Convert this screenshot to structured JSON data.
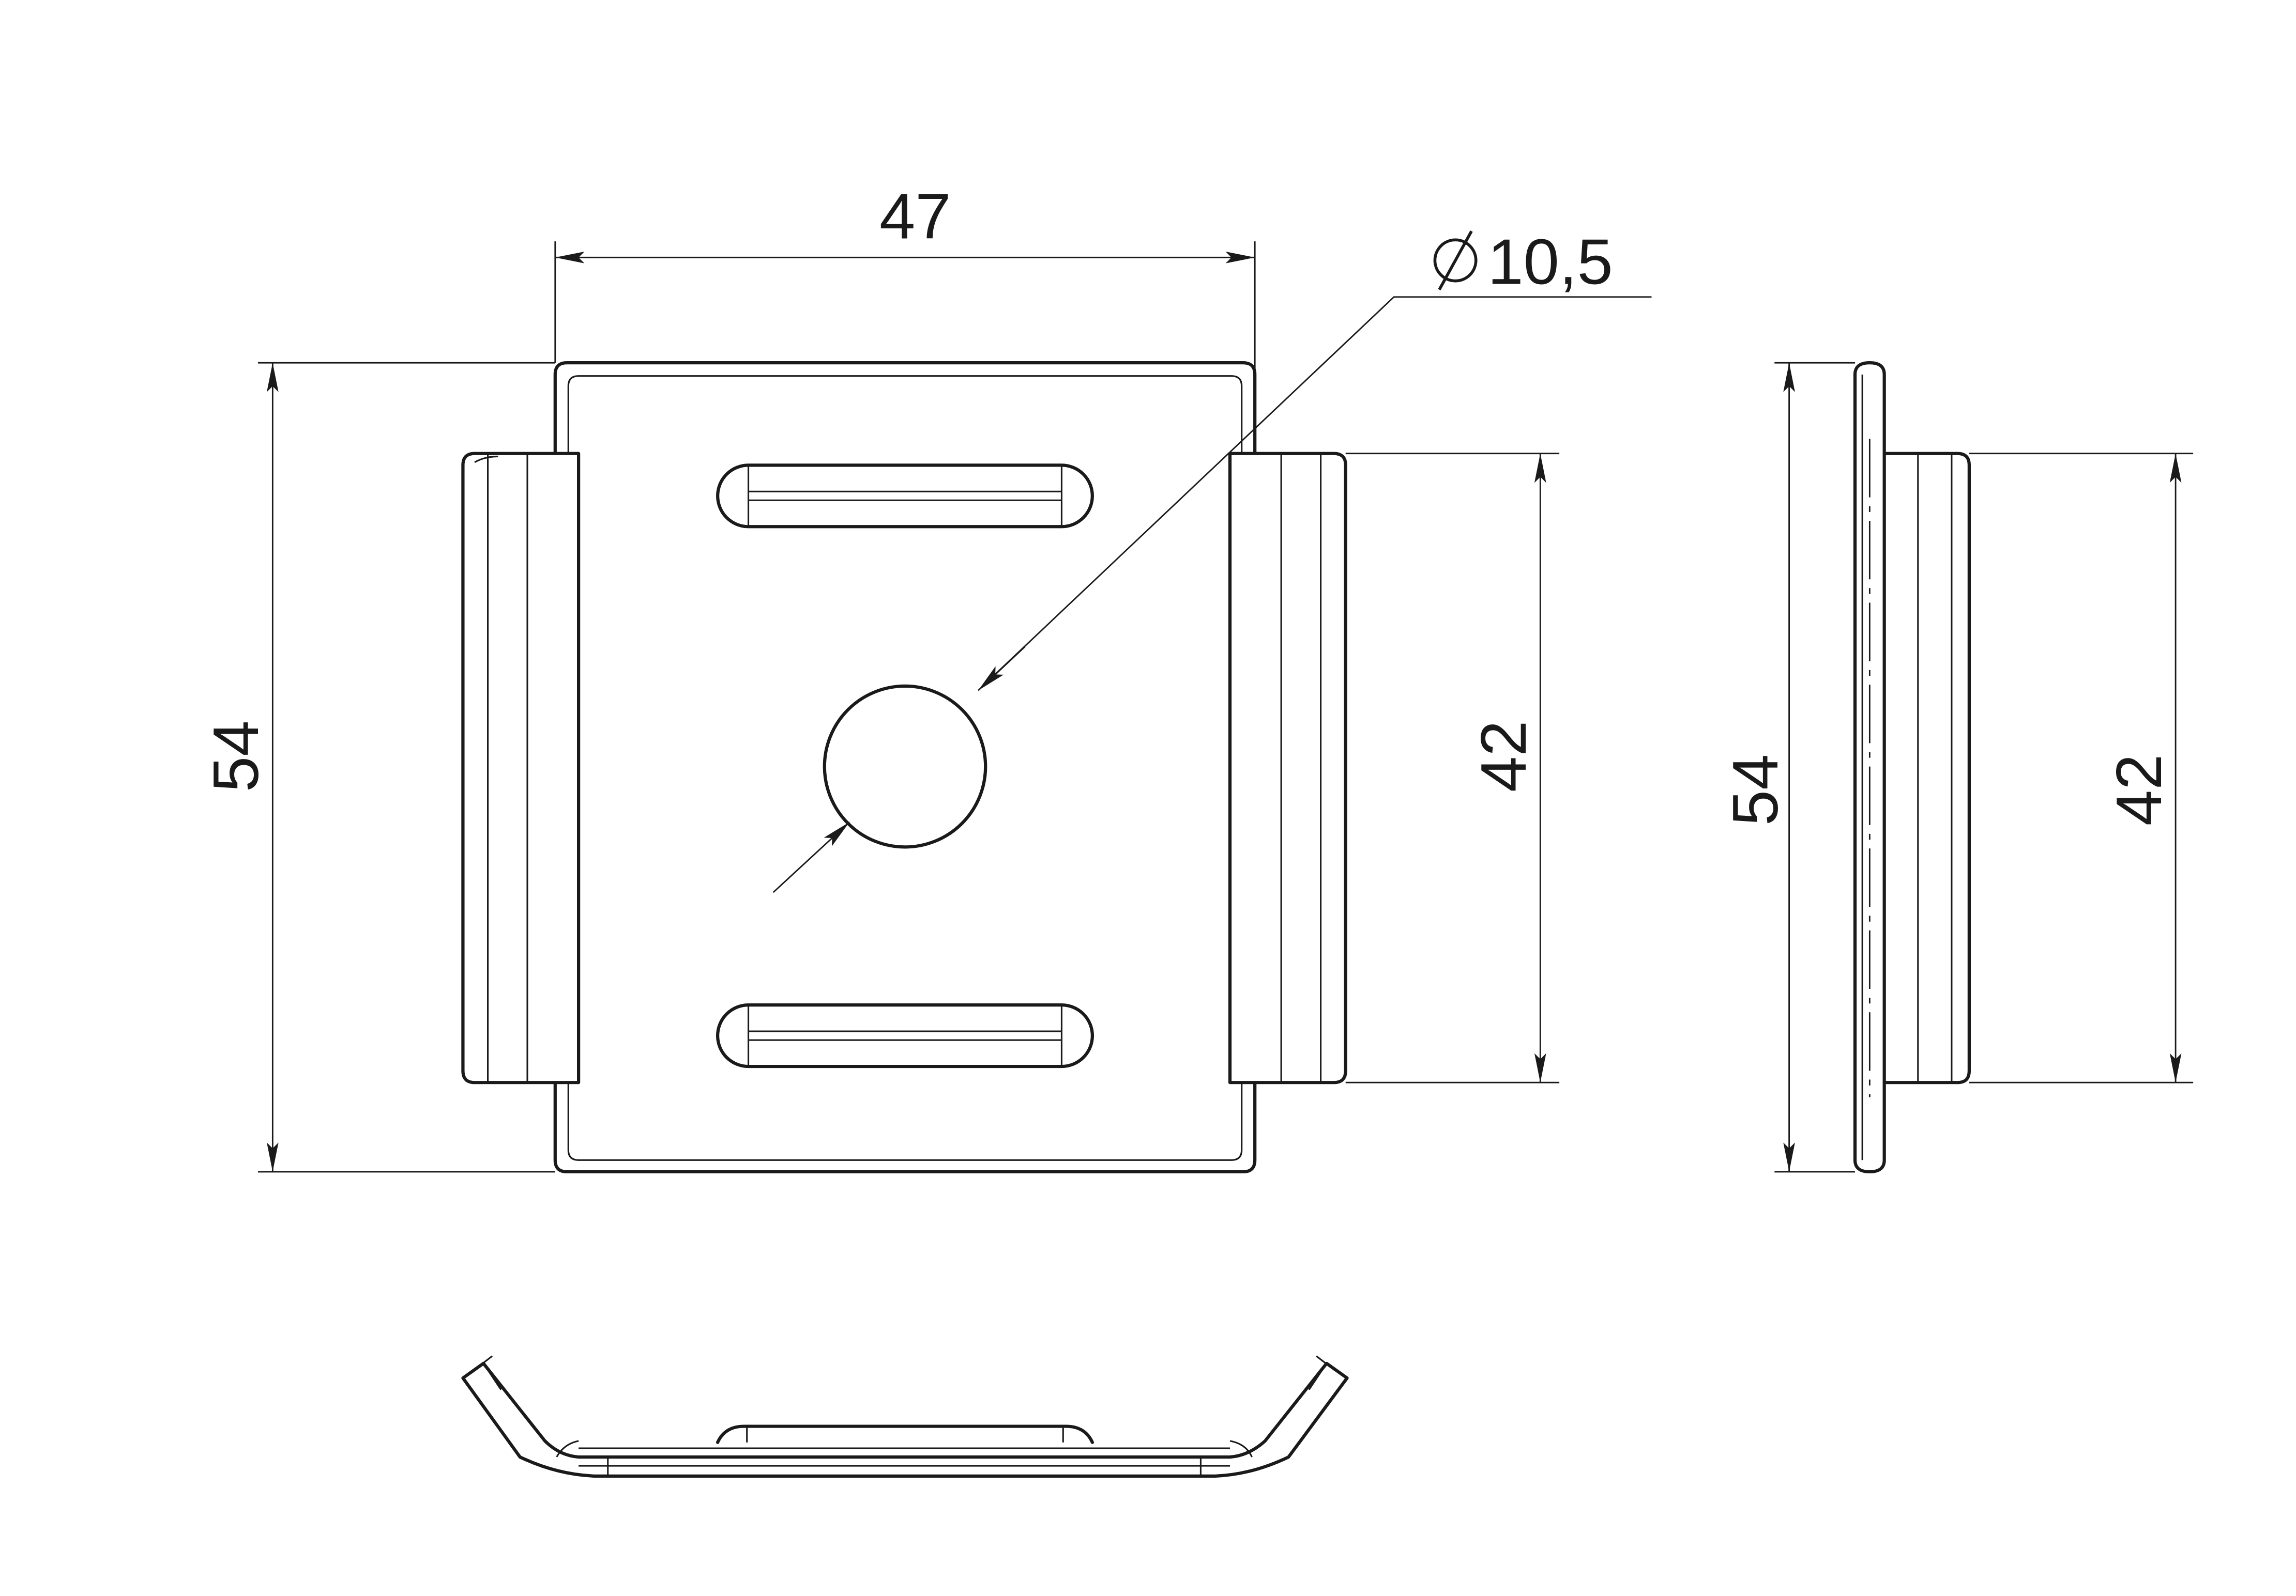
{
  "drawing": {
    "front_view": {
      "width_dim": "47",
      "height_dim": "54",
      "tab_height_dim": "42",
      "hole_dim": "10,5",
      "diameter_symbol": "diameter-symbol"
    },
    "side_view": {
      "height_dim": "54",
      "tab_height_dim": "42"
    },
    "colors": {
      "line": "#1a1a1a",
      "background": "#ffffff"
    }
  }
}
